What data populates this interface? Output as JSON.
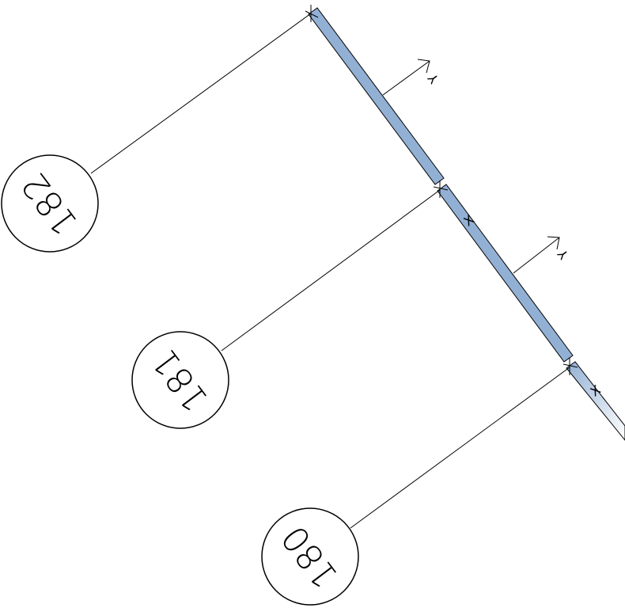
{
  "tags": [
    {
      "label": "182"
    },
    {
      "label": "181"
    },
    {
      "label": "180"
    }
  ],
  "axis_labels": {
    "y": "Y",
    "x": "X"
  },
  "colors": {
    "wall_fill": "#92b0d4",
    "line": "#000000"
  }
}
